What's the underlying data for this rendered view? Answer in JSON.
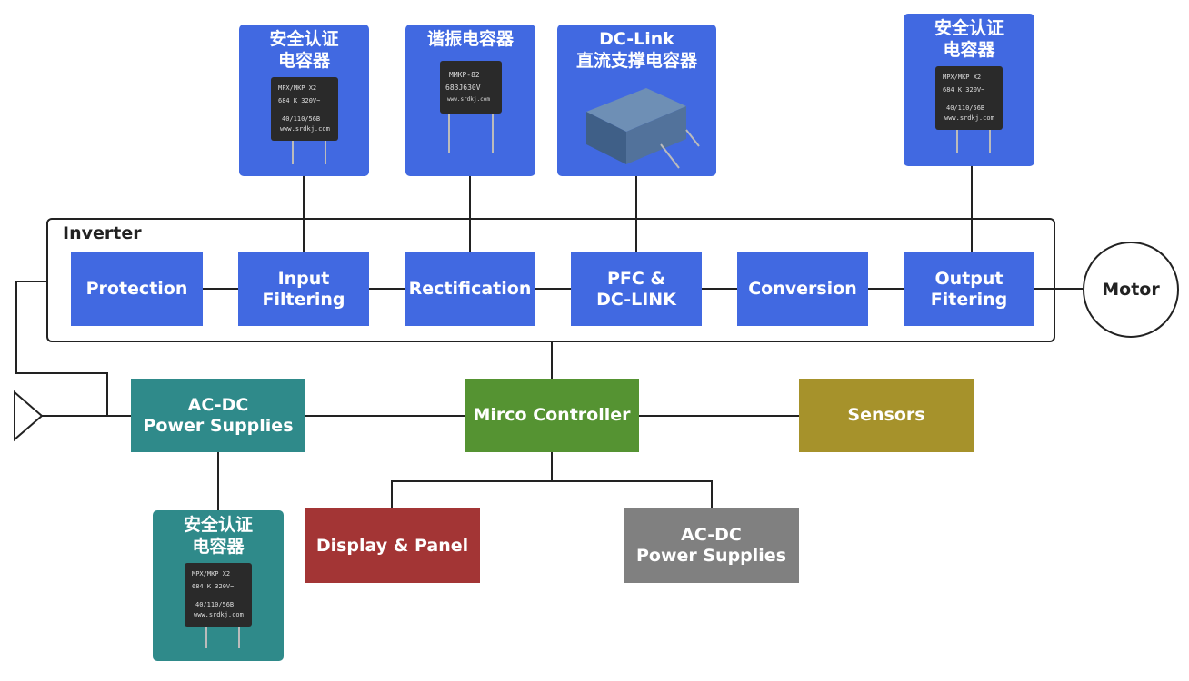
{
  "inverter": {
    "label": "Inverter",
    "stages": [
      "Protection",
      "Input\nFiltering",
      "Rectification",
      "PFC &\nDC-LINK",
      "Conversion",
      "Output\nFitering"
    ]
  },
  "motor": "Motor",
  "capacitors": [
    {
      "title": "安全认证\n电容器",
      "marking": [
        "MPX/MKP X2",
        "684  K   320V~",
        "40/110/56B",
        "www.srdkj.com"
      ]
    },
    {
      "title": "谐振电容器",
      "marking": [
        "MMKP-82",
        "683J630V",
        "www.srdkj.com"
      ]
    },
    {
      "title": "DC-Link\n直流支撑电容器",
      "marking": []
    },
    {
      "title": "安全认证\n电容器",
      "marking": [
        "MPX/MKP X2",
        "684  K   320V~",
        "40/110/56B",
        "www.srdkj.com"
      ]
    },
    {
      "title": "安全认证\n电容器",
      "marking": [
        "MPX/MKP X2",
        "684  K   320V~",
        "40/110/56B",
        "www.srdkj.com"
      ]
    }
  ],
  "blocks": {
    "acdc_left": "AC-DC\nPower Supplies",
    "micro": "Mirco Controller",
    "sensors": "Sensors",
    "display": "Display & Panel",
    "acdc_bottom": "AC-DC\nPower Supplies"
  },
  "colors": {
    "blue": "#4169e1",
    "teal": "#2f8a8a",
    "green": "#559332",
    "olive": "#a6922b",
    "red": "#a33535",
    "grey": "#808080"
  }
}
